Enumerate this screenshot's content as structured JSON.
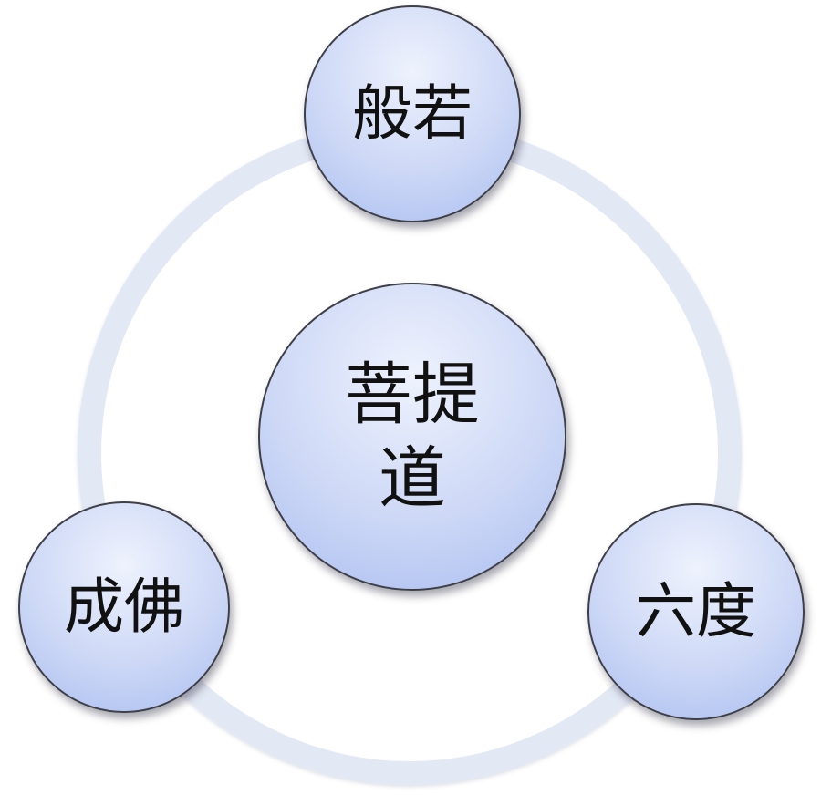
{
  "diagram": {
    "center_label": "菩提道",
    "outer_nodes": [
      {
        "id": "top",
        "label": "般若"
      },
      {
        "id": "right",
        "label": "六度"
      },
      {
        "id": "left",
        "label": "成佛"
      }
    ]
  },
  "colors": {
    "ring": "#e3e8f5",
    "node_fill_light": "#eef2fd",
    "node_fill_dark": "#a9bdf0",
    "node_border": "#3f3f48",
    "text": "#111111"
  }
}
